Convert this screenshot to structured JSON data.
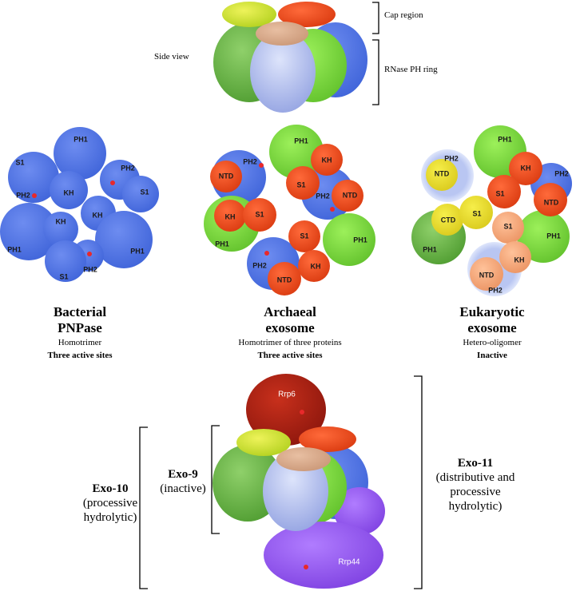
{
  "top": {
    "side_view": "Side view",
    "cap_region": "Cap region",
    "rnase_ring": "RNase PH ring"
  },
  "panels": {
    "bacterial": {
      "title_line1": "Bacterial",
      "title_line2": "PNPase",
      "subtitle": "Homotrimer",
      "note": "Three active sites",
      "labels": {
        "ph1_a": "PH1",
        "s1_a": "S1",
        "ph2_a": "PH2",
        "kh_a": "KH",
        "ph2_b": "PH2",
        "s1_b": "S1",
        "kh_b": "KH",
        "kh_c": "KH",
        "ph1_b": "PH1",
        "ph1_c": "PH1",
        "ph2_c": "PH2",
        "s1_c": "S1"
      }
    },
    "archaeal": {
      "title_line1": "Archaeal",
      "title_line2": "exosome",
      "subtitle": "Homotrimer of three proteins",
      "note": "Three active sites",
      "labels": {
        "ph1_a": "PH1",
        "ph2_a": "PH2",
        "ntd_a": "NTD",
        "kh_a": "KH",
        "s1_a": "S1",
        "kh_b": "KH",
        "s1_b": "S1",
        "ph2_b": "PH2",
        "ntd_b": "NTD",
        "ph1_b": "PH1",
        "ph1_c": "PH1",
        "s1_c": "S1",
        "ph2_c": "PH2",
        "kh_c": "KH",
        "ntd_c": "NTD"
      }
    },
    "eukaryotic": {
      "title_line1": "Eukaryotic",
      "title_line2": "exosome",
      "subtitle": "Hetero-oligomer",
      "note": "Inactive",
      "labels": {
        "ph2_a": "PH2",
        "ntd_a": "NTD",
        "ph1_a": "PH1",
        "kh_a": "KH",
        "ph2_b": "PH2",
        "s1_a": "S1",
        "ntd_b": "NTD",
        "ctd": "CTD",
        "s1_b": "S1",
        "s1_c": "S1",
        "ph1_b": "PH1",
        "kh_b": "KH",
        "ph1_c": "PH1",
        "ntd_c": "NTD",
        "ph2_c": "PH2"
      }
    }
  },
  "bottom": {
    "rrp6": "Rrp6",
    "rrp44": "Rrp44",
    "exo9_name": "Exo-9",
    "exo9_desc": "(inactive)",
    "exo10_name": "Exo-10",
    "exo10_desc1": "(processive",
    "exo10_desc2": "hydrolytic)",
    "exo11_name": "Exo-11",
    "exo11_desc1": "(distributive and",
    "exo11_desc2": "processive",
    "exo11_desc3": "hydrolytic)"
  },
  "colors": {
    "blue": "#4f74e6",
    "green": "#7cd93a",
    "orange_red": "#f0461a",
    "yellow": "#e8dc2a",
    "peach": "#f4a878",
    "light_blue": "#a9b9ee",
    "dark_red": "#a31c12",
    "purple": "#9a5cf0",
    "active_site": "#e8292b"
  }
}
